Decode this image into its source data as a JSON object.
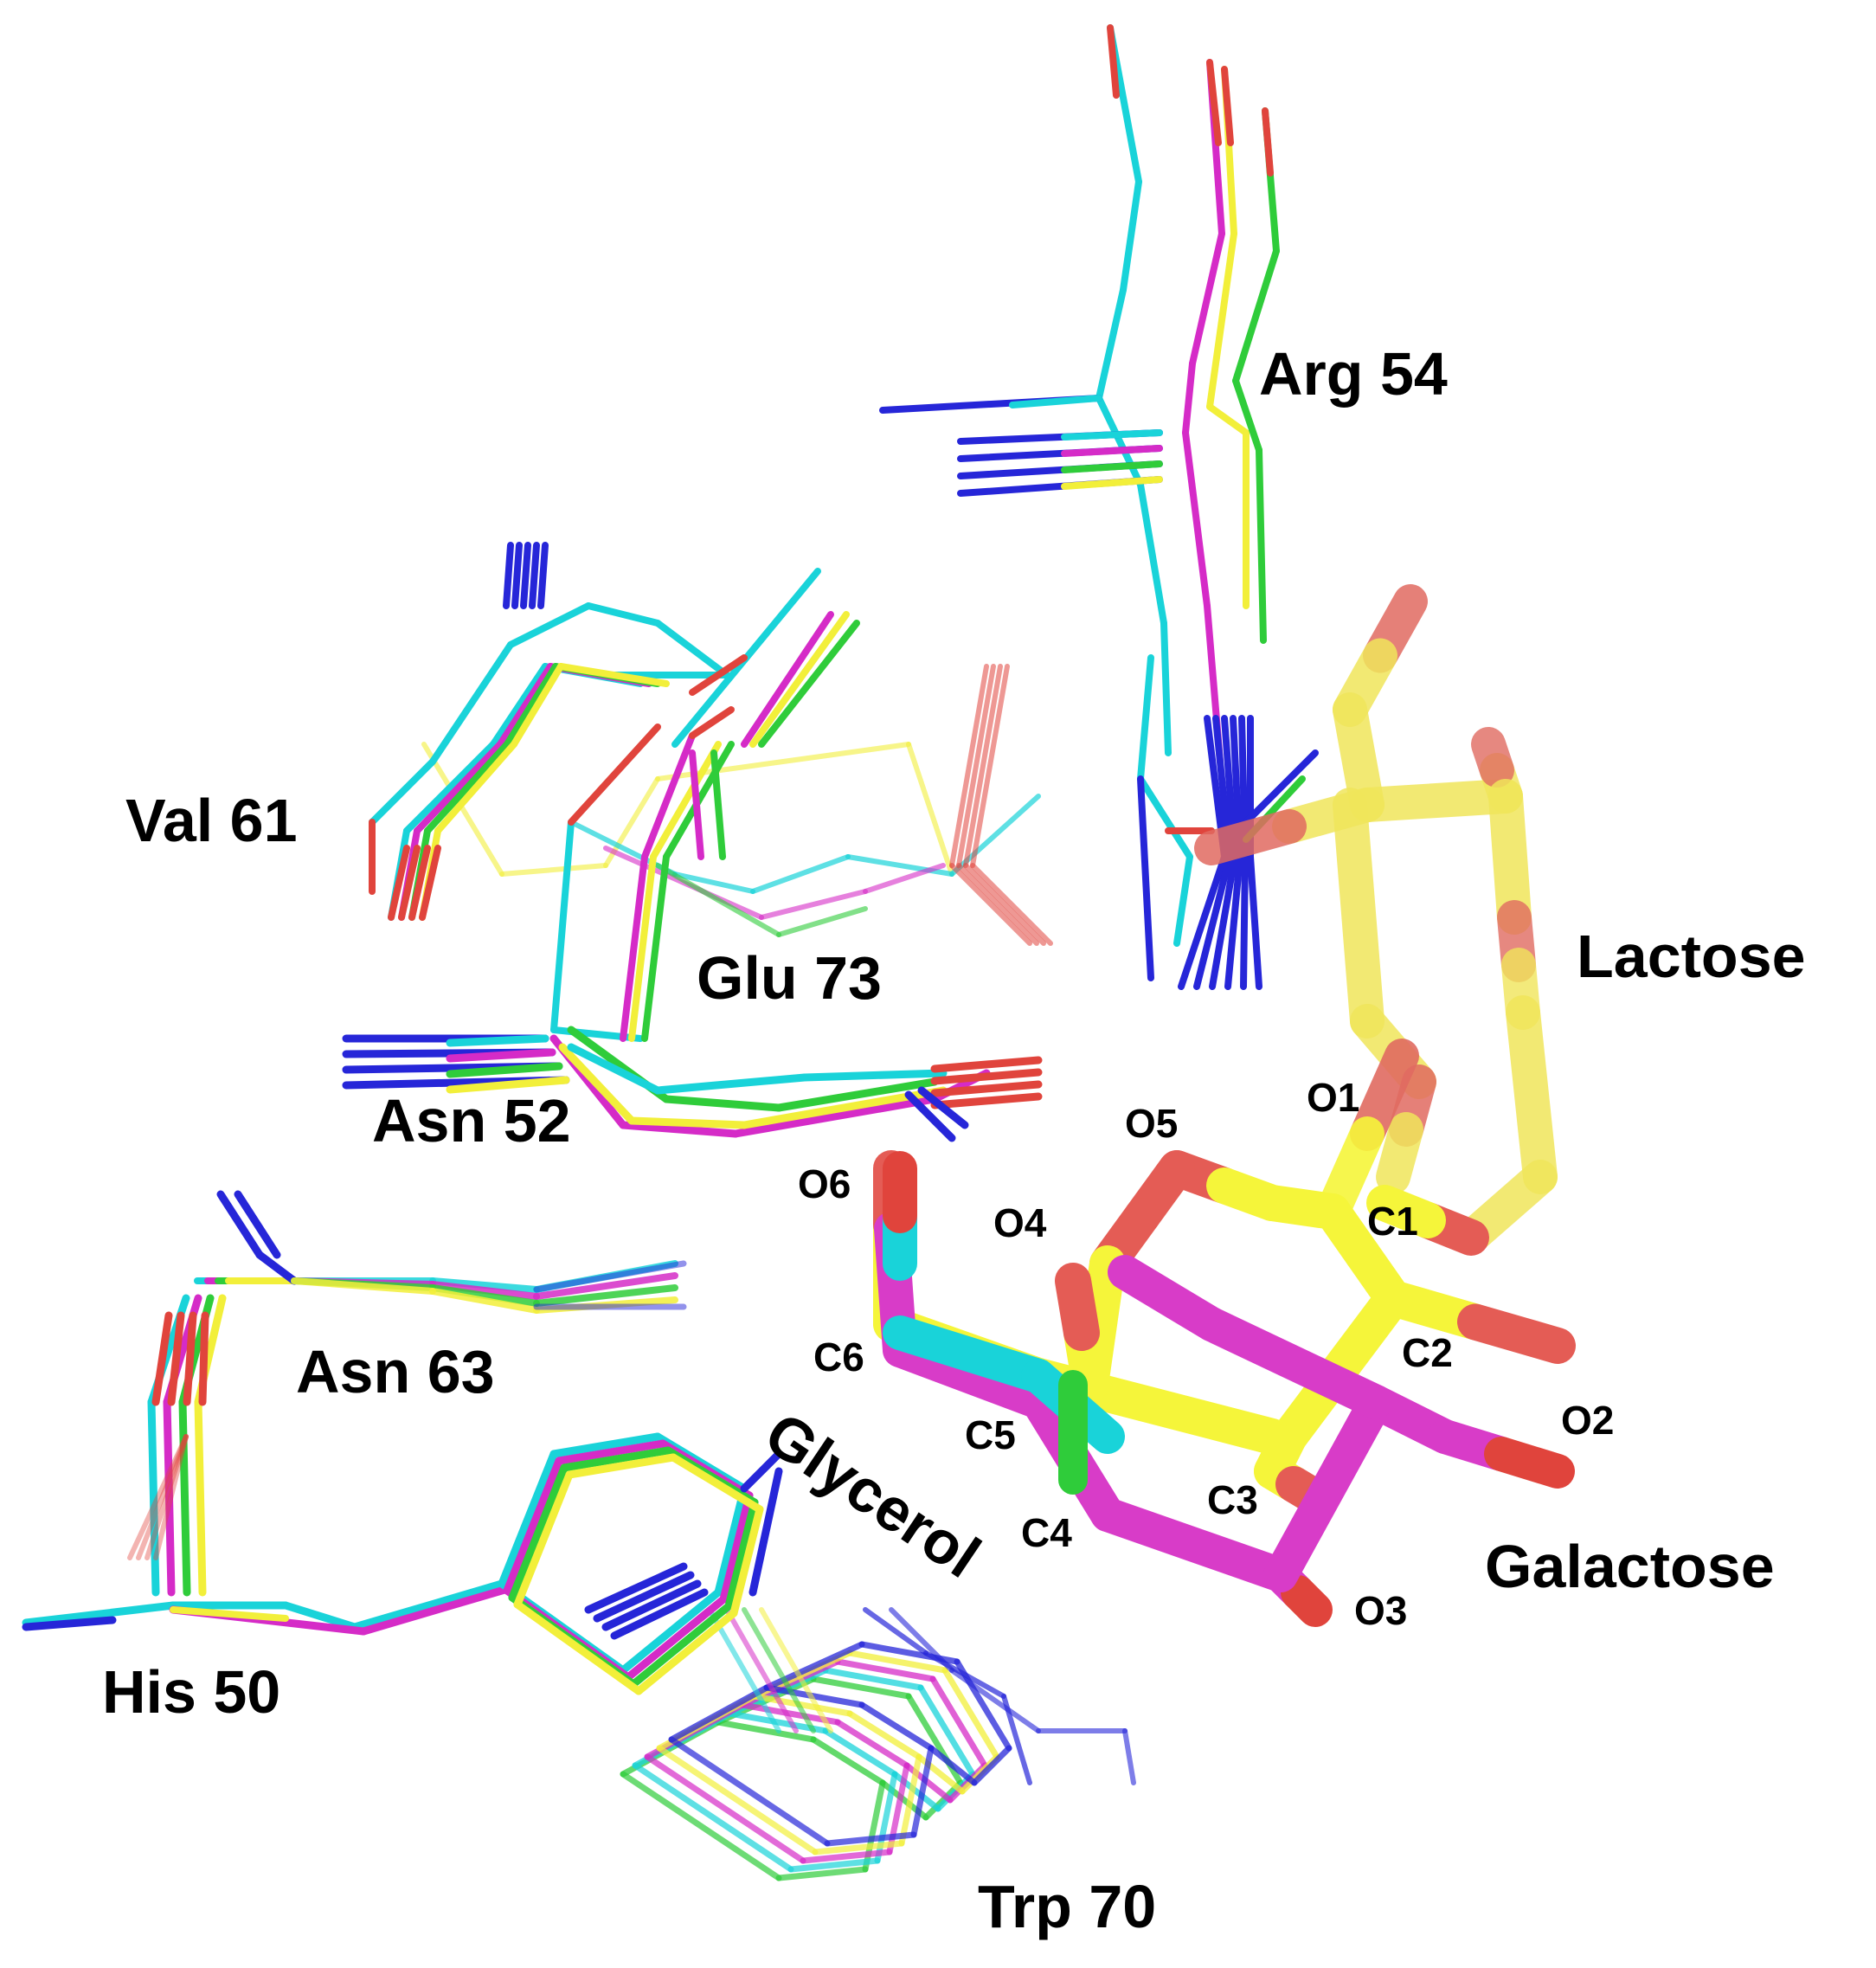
{
  "colors": {
    "cyan": "#19d3d9",
    "magenta": "#d52bc7",
    "green": "#2fcc3a",
    "yellow": "#f2ef3a",
    "blue": "#2626d8",
    "red": "#e0443c",
    "lactose_carbon": "#f0e55a",
    "lactose_oxygen": "#e06a60",
    "galactose_carbon": "#f5f53a",
    "galactose_oxygen": "#e45c55",
    "glycerol_carbon": "#d83cc8"
  },
  "labels": {
    "arg54": "Arg 54",
    "val61": "Val 61",
    "glu73": "Glu 73",
    "asn52": "Asn 52",
    "asn63": "Asn 63",
    "his50": "His 50",
    "trp70": "Trp 70",
    "lactose": "Lactose",
    "galactose": "Galactose",
    "glycerol": "Glycerol"
  },
  "atoms": {
    "o1": "O1",
    "o2": "O2",
    "o3": "O3",
    "o4": "O4",
    "o5": "O5",
    "o6": "O6",
    "c1": "C1",
    "c2": "C2",
    "c3": "C3",
    "c4": "C4",
    "c5": "C5",
    "c6": "C6"
  }
}
